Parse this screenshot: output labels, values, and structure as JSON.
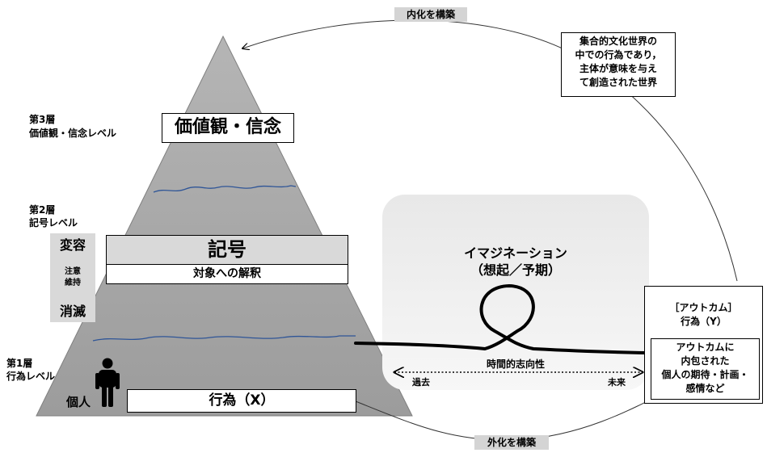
{
  "layers": {
    "layer3": {
      "number": "第3層",
      "name": "価値観・信念レベル",
      "box": "価値観・信念"
    },
    "layer2": {
      "number": "第2層",
      "name": "記号レベル",
      "box": "記号",
      "sub": "対象への解釈"
    },
    "layer1": {
      "number": "第1層",
      "name": "行為レベル",
      "box": "行為（X）",
      "person": "個人"
    }
  },
  "side_labels": {
    "change": "変容",
    "attention": "注意",
    "maintain": "維持",
    "extinct": "消滅"
  },
  "cycle": {
    "top": "内化を構築",
    "bottom": "外化を構築"
  },
  "world_note": [
    "集合的文化世界の",
    "中での行為であり，",
    "主体が意味を与え",
    "て創造された世界"
  ],
  "imagination": {
    "title": "イマジネーション",
    "subtitle": "（想起／予期）",
    "axis_label": "時間的志向性",
    "past": "過去",
    "future": "未来"
  },
  "outcome": {
    "title": "［アウトカム］",
    "action": "行為（Y）",
    "inner": [
      "アウトカムに",
      "内包された",
      "個人の期待・計画・",
      "感情など"
    ]
  },
  "icons": {
    "person": "person-icon"
  },
  "colors": {
    "pyramid": "#a6a6a6",
    "layer_line": "#2f5597",
    "tag_bg": "#d4d4d4",
    "panel_bg": "#ececec"
  }
}
